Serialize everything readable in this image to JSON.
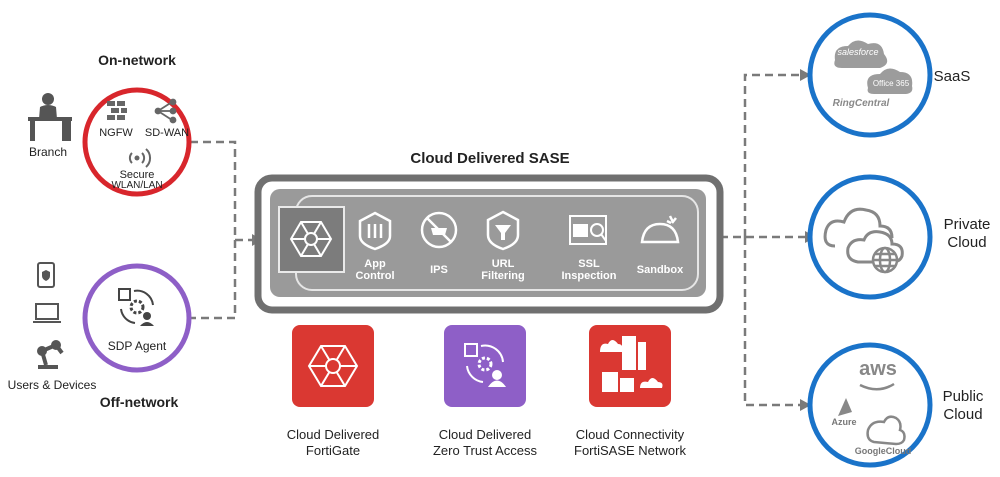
{
  "left": {
    "on_network_label": "On-network",
    "off_network_label": "Off-network",
    "branch_label": "Branch",
    "users_devices_label": "Users & Devices",
    "on_network_items": [
      {
        "label": "NGFW",
        "icon": "firewall-icon"
      },
      {
        "label": "SD-WAN",
        "icon": "sd-wan-icon"
      },
      {
        "label_line1": "Secure",
        "label_line2": "WLAN/LAN",
        "icon": "wireless-icon"
      }
    ],
    "sdp_agent_label": "SDP Agent",
    "colors": {
      "on_network": "#d8262c",
      "off_network": "#8e5fc7"
    }
  },
  "center": {
    "title": "Cloud Delivered SASE",
    "services": [
      {
        "line1": "App",
        "line2": "Control",
        "icon": "app-control-icon"
      },
      {
        "line1": "IPS",
        "line2": "",
        "icon": "ips-icon"
      },
      {
        "line1": "URL",
        "line2": "Filtering",
        "icon": "url-filtering-icon"
      },
      {
        "line1": "SSL",
        "line2": "Inspection",
        "icon": "ssl-inspection-icon"
      },
      {
        "line1": "Sandbox",
        "line2": "",
        "icon": "sandbox-icon"
      }
    ],
    "colors": {
      "frame": "#707070",
      "panel": "#9a9a9a"
    }
  },
  "products": [
    {
      "line1": "Cloud Delivered",
      "line2": "FortiGate",
      "color": "#da3832",
      "icon": "fortigate-network-icon"
    },
    {
      "line1": "Cloud Delivered",
      "line2": "Zero Trust Access",
      "color": "#8e5fc7",
      "icon": "ztna-icon"
    },
    {
      "line1": "Cloud Connectivity",
      "line2": "FortiSASE Network",
      "color": "#da3832",
      "icon": "cloud-city-icon"
    }
  ],
  "right": {
    "saas": {
      "label": "SaaS",
      "logos": [
        "salesforce",
        "Office 365",
        "RingCentral"
      ]
    },
    "private_cloud": {
      "line1": "Private",
      "line2": "Cloud"
    },
    "public_cloud": {
      "line1": "Public",
      "line2": "Cloud",
      "logos": [
        "aws",
        "Azure",
        "GoogleCloud"
      ]
    },
    "colors": {
      "ring": "#1a73c9"
    }
  }
}
